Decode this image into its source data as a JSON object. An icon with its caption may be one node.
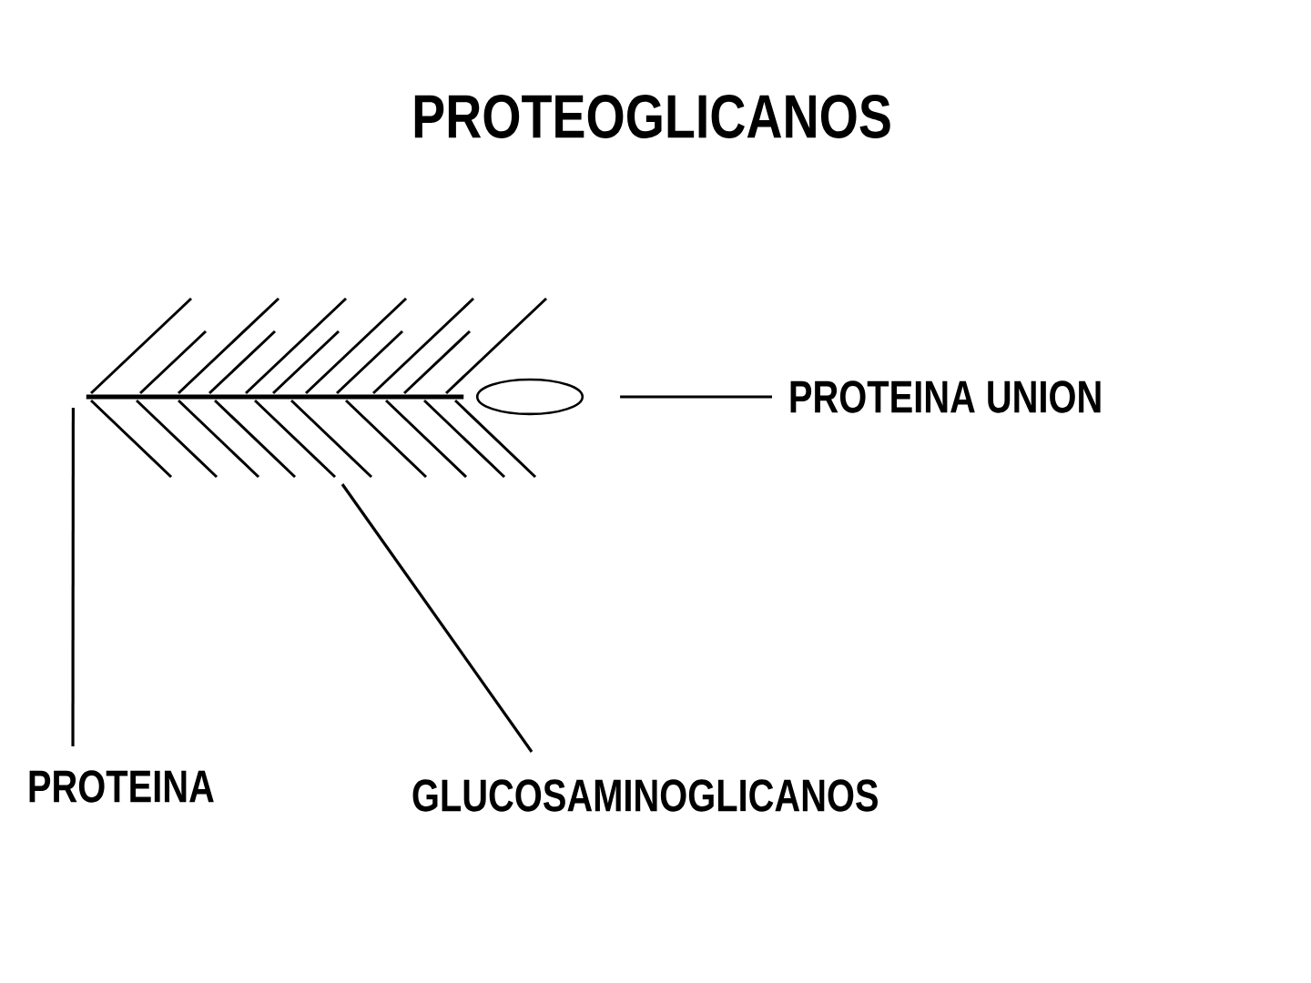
{
  "diagram": {
    "title": "PROTEOGLICANOS",
    "nodes": [
      {
        "text": [
          "PROTEINA UNION"
        ]
      },
      {
        "text": [
          "PROTEINA"
        ]
      },
      {
        "text": [
          "GLUCOSAMINOGLICANOS"
        ]
      },
      {
        "text": [],
        "shape": "ellipse"
      },
      {
        "text": [],
        "shape": "line"
      }
    ],
    "edges": [
      {
        "from": 0,
        "to": 3,
        "arrow": "none"
      },
      {
        "from": 1,
        "to": 4,
        "arrow": "none"
      },
      {
        "from": 2,
        "to": null,
        "arrow": "none"
      }
    ]
  }
}
